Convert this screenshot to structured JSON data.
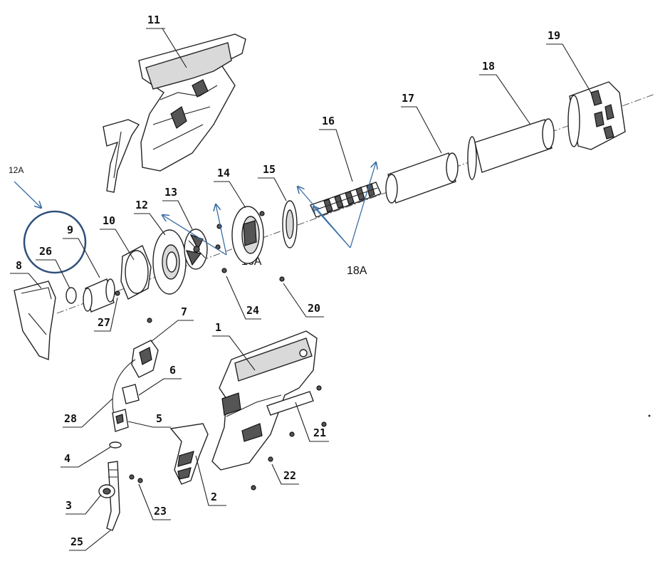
{
  "parts": {
    "p1": "1",
    "p2": "2",
    "p3": "3",
    "p4": "4",
    "p5": "5",
    "p6": "6",
    "p7": "7",
    "p8": "8",
    "p9": "9",
    "p10": "10",
    "p11": "11",
    "p12": "12",
    "p13": "13",
    "p14": "14",
    "p15": "15",
    "p16": "16",
    "p17": "17",
    "p18": "18",
    "p19": "19",
    "p20": "20",
    "p21": "21",
    "p22": "22",
    "p23": "23",
    "p24": "24",
    "p25": "25",
    "p26": "26",
    "p27": "27",
    "p28": "28"
  },
  "callouts": {
    "c12a": "12A",
    "c16a": "16A",
    "c18a": "18A"
  },
  "colors": {
    "callout_arrow": "#3a6ea5",
    "highlight_circle": "#2e4f7a",
    "line": "#222222"
  }
}
